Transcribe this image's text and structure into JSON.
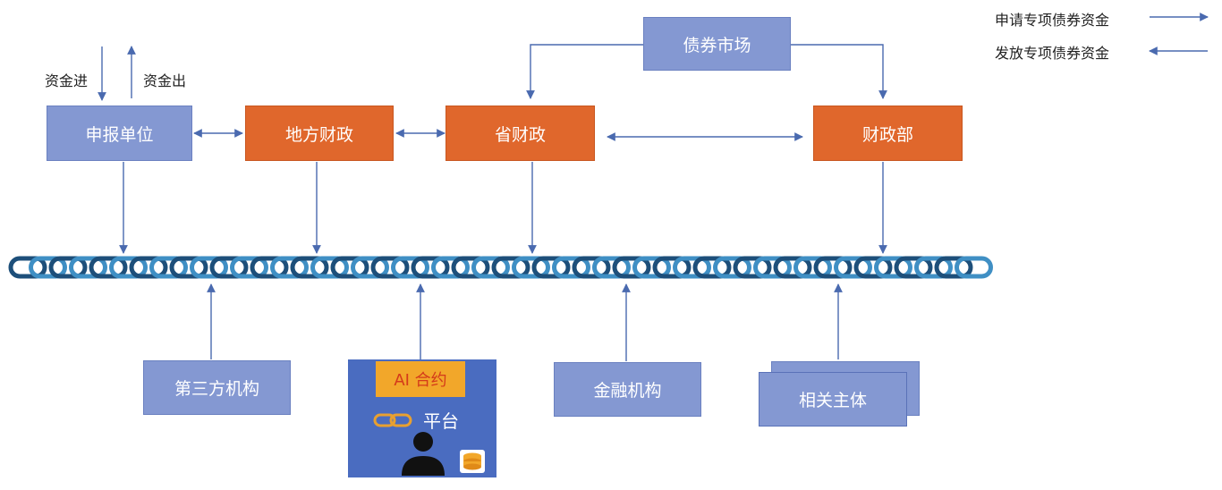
{
  "legend": {
    "apply_label": "申请专项债券资金",
    "issue_label": "发放专项债券资金"
  },
  "flow_labels": {
    "fund_in": "资金进",
    "fund_out": "资金出"
  },
  "nodes": {
    "bond_market": "债券市场",
    "reporting_unit": "申报单位",
    "local_finance": "地方财政",
    "provincial_finance": "省财政",
    "ministry_of_finance": "财政部",
    "third_party": "第三方机构",
    "ai_contract": "AI 合约",
    "platform": "平台",
    "financial_institution": "金融机构",
    "related_entities": "相关主体"
  },
  "colors": {
    "blue_box": "#8498d2",
    "orange_box": "#e0672c",
    "platform_bg": "#4a6cc0",
    "ai_tag": "#f2a72a",
    "chain_dark": "#1d4f7a",
    "chain_light": "#3f8fc4",
    "arrow": "#4a6aaf"
  }
}
